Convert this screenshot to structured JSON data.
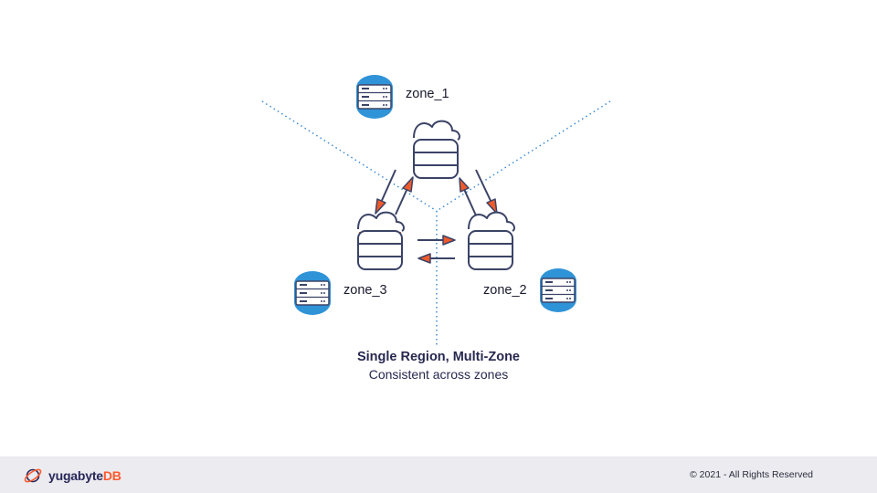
{
  "diagram": {
    "zones": [
      {
        "id": "zone_1",
        "label": "zone_1"
      },
      {
        "id": "zone_2",
        "label": "zone_2"
      },
      {
        "id": "zone_3",
        "label": "zone_3"
      }
    ],
    "caption_title": "Single Region, Multi-Zone",
    "caption_subtitle": "Consistent across zones",
    "colors": {
      "node_outline": "#3b4366",
      "accent": "#f05a2a",
      "divider_line": "#3c8ad6",
      "server_accent": "#2f93d8"
    },
    "icons": {
      "node": "database-cloud-icon",
      "zone": "server-rack-icon",
      "arrow": "replication-arrow-icon"
    }
  },
  "footer": {
    "brand_prefix": "yugabyte",
    "brand_suffix": "DB",
    "copyright": "© 2021 - All Rights Reserved"
  }
}
